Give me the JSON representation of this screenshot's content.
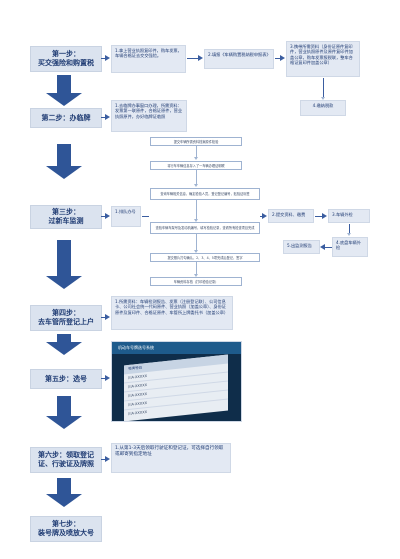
{
  "steps": [
    {
      "title": "第一步：",
      "subtitle": "买交强险和购置税"
    },
    {
      "title": "第二步：办临牌",
      "subtitle": ""
    },
    {
      "title": "第三步：",
      "subtitle": "过新车监测"
    },
    {
      "title": "第四步：",
      "subtitle": "去车管所登记上户"
    },
    {
      "title": "第五步：选号",
      "subtitle": ""
    },
    {
      "title": "第六步：领取登记",
      "subtitle": "证、行驶证及牌照"
    },
    {
      "title": "第七步：",
      "subtitle": "装号牌及喷放大号"
    }
  ],
  "step1": {
    "box1": "1.拿上营业执照复印件，购车发票，车辆合格证去交交强险。",
    "box2": "2.填报《车辆购置税纳税申报表》",
    "box3": "3.携带所需资料（身份证原件复印件，营业执照原件及原件复印件加盖公章，购车发票报税联，整车合格证复印件加盖公章）",
    "box4": "4.缴纳税款"
  },
  "step2": {
    "box1": "1.去临牌办事窗口办理，所需资料：发票第一联原件，合格证原件，营业执照原件，办好临牌证临照"
  },
  "flow": [
    "提交车辆所需资料档案原件检验",
    "将行车车辆信息存入了一车辆办理证明联",
    "查询车辆相关信息，确定检验人员，登记登记编号，贴验证标签",
    "查验车辆车架号及发动机编号，填写检验记录，查看所有检查项目完成",
    "提交照片打勾确认，2、3、4、5项完成后登记，签字",
    "车辆资料存档（打印检验记录）"
  ],
  "step3": {
    "box1": "1.排队办号",
    "box2": "2.提交资料、缴费",
    "box3": "3.车辆外检",
    "box4": "4.底盘车辆外检",
    "box5": "5.出监测报告"
  },
  "step4": {
    "box1": "1.所需资料：车辆检测报告、发票（注册登记联）、公司信息卡、公司社会统一代码原件、营业执照（加盖公章）、身份证原件及复印件、合格证原件、车管所上牌委托书（加盖公章）"
  },
  "step5": {
    "screen_title": "机动车号牌选号系统",
    "plate_label": "号牌号码",
    "rows": [
      "川A·XXXXX",
      "川A·XXXXX",
      "川A·XXXXX",
      "川A·XXXXX",
      "川A·XXXXX"
    ]
  },
  "step6": {
    "box1": "1.从第1-3天后领取行驶证和登记证，可选择自行领取或邮寄到指定地址"
  },
  "colors": {
    "step_bg": "#dbe3ef",
    "step_text": "#1f3b73",
    "arrow": "#2f5597",
    "connector": "#3a5da0"
  }
}
